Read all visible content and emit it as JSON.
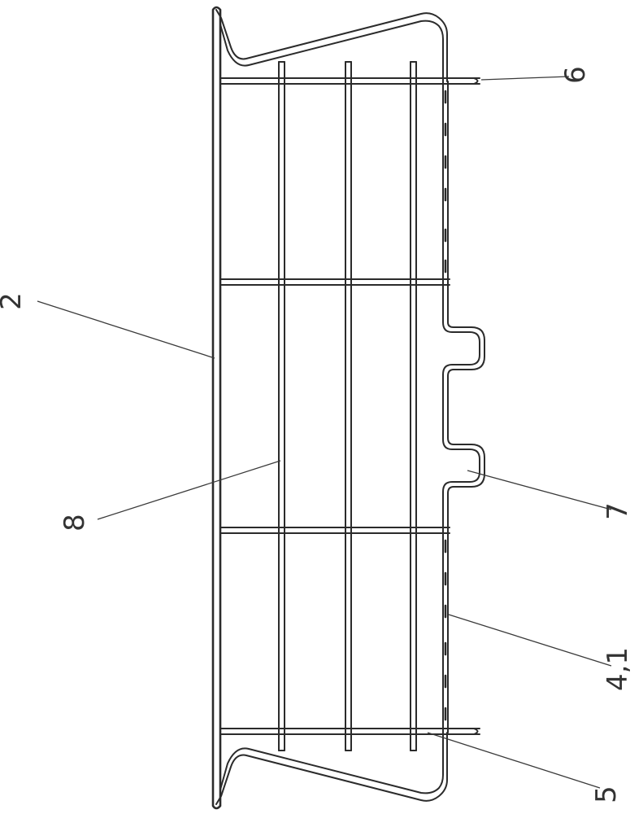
{
  "callouts": {
    "label_2": "2",
    "label_8": "8",
    "label_6": "6",
    "label_7": "7",
    "label_4_1": "4,1",
    "label_5": "5"
  },
  "colors": {
    "line": "#2b2b2b",
    "background": "#ffffff"
  }
}
